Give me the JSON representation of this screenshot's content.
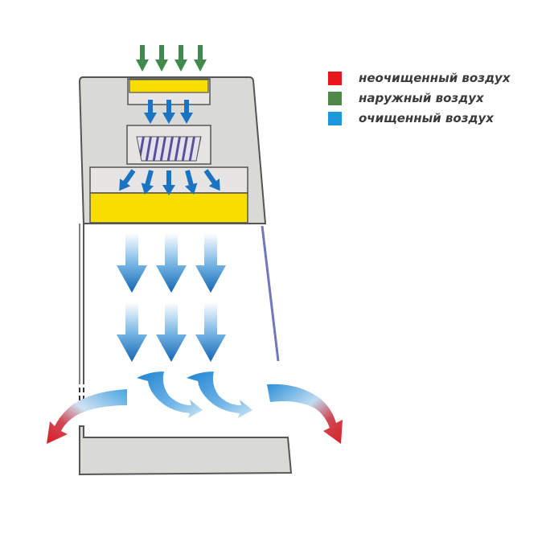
{
  "legend": {
    "items": [
      {
        "label": "неочищенный воздух",
        "color": "#e8151b"
      },
      {
        "label": "наружный воздух",
        "color": "#4d8a47"
      },
      {
        "label": "очищенный воздух",
        "color": "#1c97db"
      }
    ]
  },
  "colors": {
    "cabinet_body": "#d9d9d6",
    "cabinet_outline": "#555555",
    "filter_yellow": "#f7dd00",
    "fan_purple": "#5a4f9c",
    "sash_blue": "#6f78b8",
    "arrow_green": "#3f8a4c",
    "arrow_blue": "#1b74c2",
    "arrow_red": "#d81e25"
  },
  "icons": {
    "fan": "blower-fan-icon"
  }
}
